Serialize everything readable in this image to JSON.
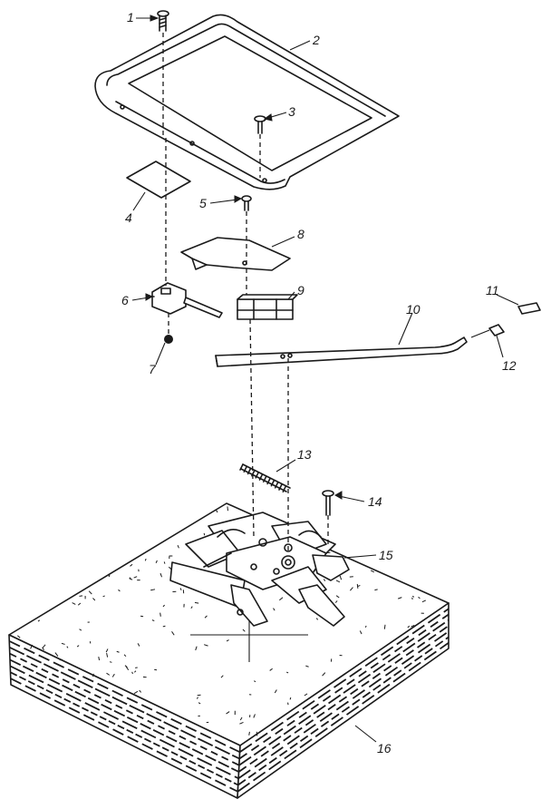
{
  "diagram": {
    "callouts": [
      {
        "id": "1",
        "label": "1"
      },
      {
        "id": "2",
        "label": "2"
      },
      {
        "id": "3",
        "label": "3"
      },
      {
        "id": "4",
        "label": "4"
      },
      {
        "id": "5",
        "label": "5"
      },
      {
        "id": "6",
        "label": "6"
      },
      {
        "id": "7",
        "label": "7"
      },
      {
        "id": "8",
        "label": "8"
      },
      {
        "id": "9",
        "label": "9"
      },
      {
        "id": "10",
        "label": "10"
      },
      {
        "id": "11",
        "label": "11"
      },
      {
        "id": "12",
        "label": "12"
      },
      {
        "id": "13",
        "label": "13"
      },
      {
        "id": "14",
        "label": "14"
      },
      {
        "id": "15",
        "label": "15"
      },
      {
        "id": "16",
        "label": "16"
      }
    ],
    "colors": {
      "line": "#1a1a1a",
      "background": "#ffffff"
    }
  }
}
